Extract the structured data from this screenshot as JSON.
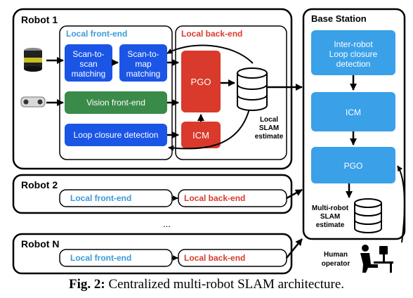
{
  "robot1": {
    "title": "Robot 1",
    "front_end_title": "Local front-end",
    "back_end_title": "Local back-end",
    "scan_to_scan": [
      "Scan-to-",
      "scan",
      "matching"
    ],
    "scan_to_map": [
      "Scan-to-",
      "map",
      "matching"
    ],
    "vision": "Vision front-end",
    "loop_closure": "Loop closure detection",
    "pgo": "PGO",
    "icm": "ICM",
    "estimate": [
      "Local",
      "SLAM",
      "estimate"
    ]
  },
  "robot2": {
    "title": "Robot 2",
    "front_end": "Local front-end",
    "back_end": "Local back-end"
  },
  "ellipsis": "...",
  "robotN": {
    "title": "Robot N",
    "front_end": "Local front-end",
    "back_end": "Local back-end"
  },
  "base_station": {
    "title": "Base Station",
    "loop_closure": [
      "Inter-robot",
      "Loop closure",
      "detection"
    ],
    "icm": "ICM",
    "pgo": "PGO",
    "estimate": [
      "Multi-robot",
      "SLAM",
      "estimate"
    ]
  },
  "human": [
    "Human",
    "operator"
  ],
  "caption": {
    "label": "Fig. 2:",
    "text": "Centralized multi-robot SLAM architecture."
  },
  "colors": {
    "blue_box": "#1a55e6",
    "green_box": "#3a8a4a",
    "red_box": "#d93a2b",
    "light_blue_box": "#3aa0e8",
    "front_end_text": "#3a9ad9",
    "back_end_text": "#d93a2b"
  },
  "icons": [
    "lidar-sensor-icon",
    "stereo-camera-icon",
    "database-icon",
    "human-operator-icon"
  ]
}
